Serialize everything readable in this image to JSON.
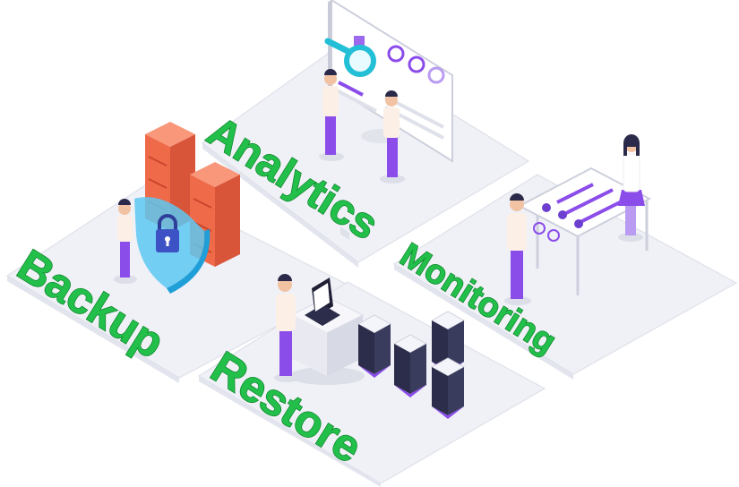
{
  "labels": {
    "analytics": "Analytics",
    "monitoring": "Monitoring",
    "backup": "Backup",
    "restore": "Restore"
  },
  "colors": {
    "label_fill": "#22c04a",
    "label_stroke": "#0b7f27",
    "accent_purple": "#8b4dea",
    "shield": "#5cc8f2",
    "server_stack": "#f0724f",
    "tile": "#f0f1f7"
  },
  "icons": [
    "magnifier-icon",
    "padlock-icon",
    "shield-icon",
    "laptop-icon",
    "server-rack-icon",
    "dashboard-icon"
  ]
}
